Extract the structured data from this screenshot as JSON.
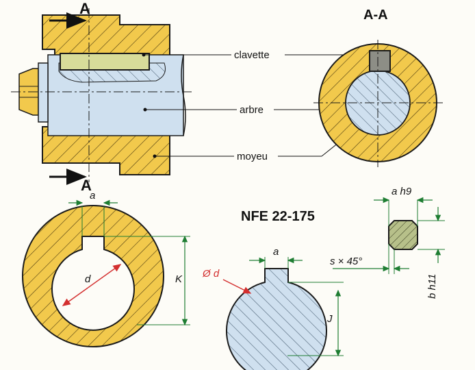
{
  "section_view": {
    "cut_marker_top": "A",
    "cut_marker_bottom": "A",
    "section_title": "A-A"
  },
  "callouts": {
    "key": "clavette",
    "shaft": "arbre",
    "hub": "moyeu"
  },
  "standard_ref": "NFE 22-175",
  "hub_dims": {
    "width": "a",
    "diameter": "d",
    "depth": "K"
  },
  "shaft_dims": {
    "diameter": "Ø d",
    "width": "a",
    "depth": "J"
  },
  "key_dims": {
    "width": "a h9",
    "height": "b h11",
    "chamfer": "s × 45°"
  },
  "colors": {
    "hub_fill": "#f2c94c",
    "shaft_fill": "#cfe0ef",
    "key_fill": "#d8dc9a",
    "hatch": "#4a3a10",
    "dimension_line": "#1e7d32",
    "diameter_arrow": "#d32f2f",
    "outline": "#1a1a1a"
  }
}
